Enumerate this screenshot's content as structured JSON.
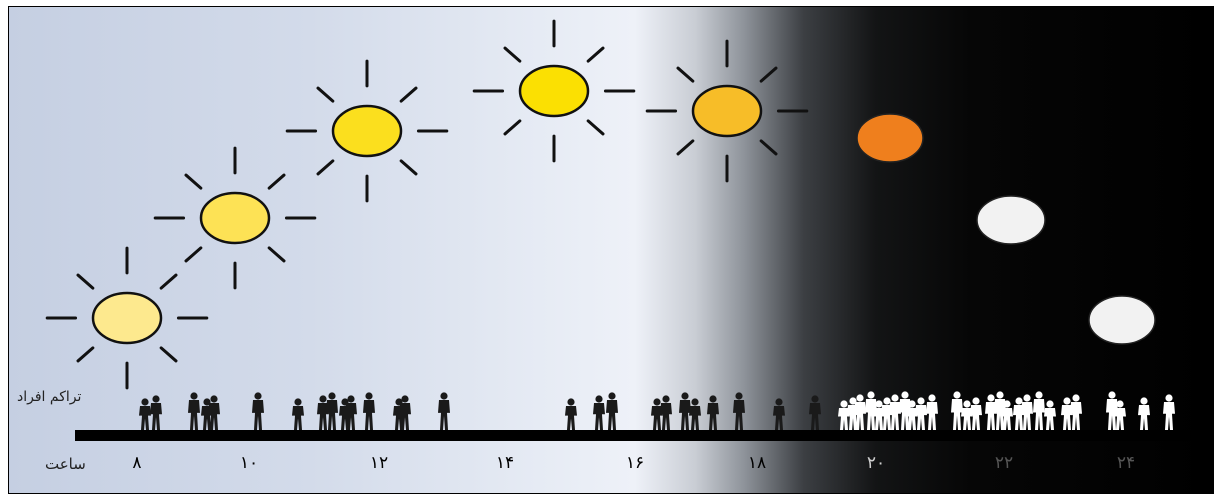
{
  "labels": {
    "crowd": "تراکم افراد",
    "hour": "ساعت"
  },
  "hours": [
    "۸",
    "۱۰",
    "۱۲",
    "۱۴",
    "۱۶",
    "۱۸",
    "۲۰",
    "۲۲",
    "۲۴"
  ],
  "colors": {
    "sun_pale": "#fde98e",
    "sun_light": "#fde255",
    "sun_yellow": "#fbdf1e",
    "sun_bright": "#fbe002",
    "sun_amber": "#f7bd28",
    "sun_orange": "#ef7f1d",
    "moon": "#f2f2f2",
    "timeline": "#000000",
    "people_dark": "#1a1a1a",
    "people_light": "#ffffff"
  }
}
